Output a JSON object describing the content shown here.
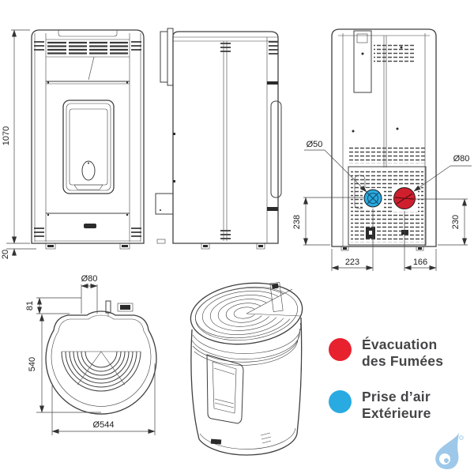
{
  "front_view": {
    "dim_height": "1070",
    "dim_ground": "20"
  },
  "back_view": {
    "dim_air_diameter": "Ø50",
    "dim_smoke_diameter": "Ø80",
    "dim_air_height": "238",
    "dim_smoke_height": "230",
    "dim_air_offset": "223",
    "dim_smoke_offset": "166"
  },
  "top_view": {
    "dim_flue_diameter": "Ø80",
    "dim_flue_setback": "81",
    "dim_depth": "540",
    "dim_diameter": "Ø544"
  },
  "legend": {
    "smoke": {
      "line1": "Évacuation",
      "line2": "des Fumées",
      "color": "#e8212f"
    },
    "air": {
      "line1": "Prise d’air",
      "line2": "Extérieure",
      "color": "#29abe2"
    }
  },
  "colors": {
    "smoke_port": "#cf1f2d",
    "air_port": "#29a9e0",
    "logo": "#9dc8e9",
    "line": "#3f3f3f"
  }
}
